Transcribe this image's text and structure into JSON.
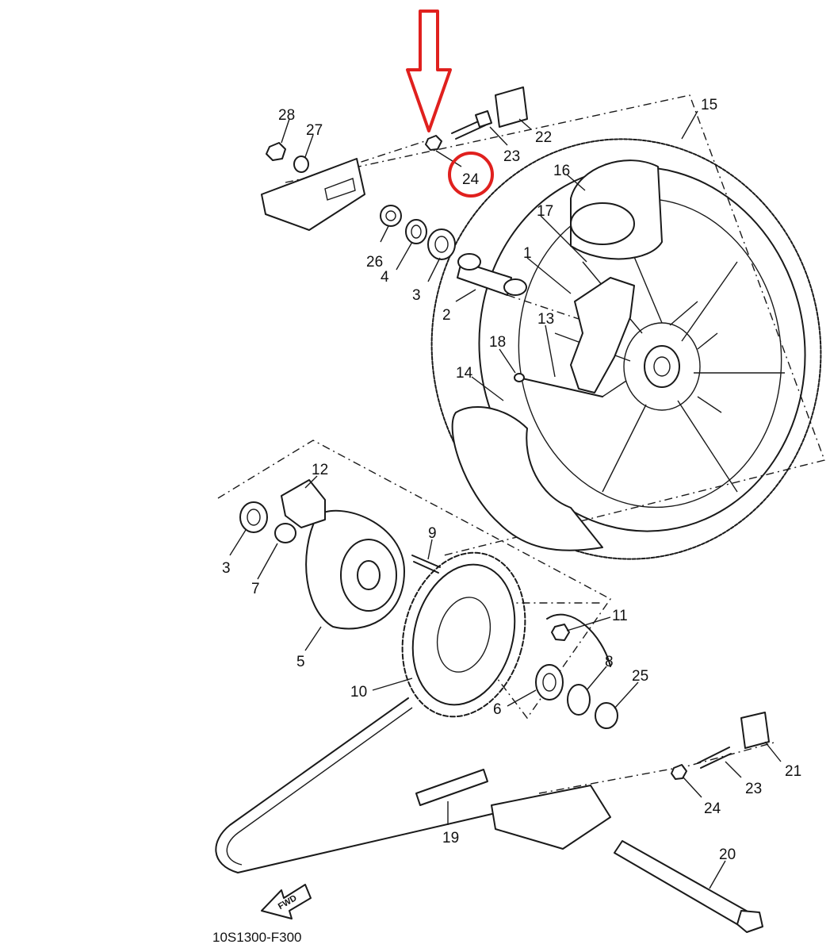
{
  "diagram": {
    "drawing_code": "10S1300-F300",
    "fwd_label": "FWD",
    "highlight_color": "#e0201e",
    "highlighted_part": "24",
    "callouts": [
      {
        "id": "c28",
        "label": "28"
      },
      {
        "id": "c27",
        "label": "27"
      },
      {
        "id": "c24top",
        "label": "24"
      },
      {
        "id": "c23top",
        "label": "23"
      },
      {
        "id": "c22",
        "label": "22"
      },
      {
        "id": "c15",
        "label": "15"
      },
      {
        "id": "c16",
        "label": "16"
      },
      {
        "id": "c17",
        "label": "17"
      },
      {
        "id": "c26",
        "label": "26"
      },
      {
        "id": "c4",
        "label": "4"
      },
      {
        "id": "c3top",
        "label": "3"
      },
      {
        "id": "c1",
        "label": "1"
      },
      {
        "id": "c2",
        "label": "2"
      },
      {
        "id": "c13",
        "label": "13"
      },
      {
        "id": "c18",
        "label": "18"
      },
      {
        "id": "c14",
        "label": "14"
      },
      {
        "id": "c12",
        "label": "12"
      },
      {
        "id": "c3low",
        "label": "3"
      },
      {
        "id": "c7",
        "label": "7"
      },
      {
        "id": "c9",
        "label": "9"
      },
      {
        "id": "c5",
        "label": "5"
      },
      {
        "id": "c11",
        "label": "11"
      },
      {
        "id": "c8",
        "label": "8"
      },
      {
        "id": "c25",
        "label": "25"
      },
      {
        "id": "c10",
        "label": "10"
      },
      {
        "id": "c6",
        "label": "6"
      },
      {
        "id": "c21",
        "label": "21"
      },
      {
        "id": "c23low",
        "label": "23"
      },
      {
        "id": "c24low",
        "label": "24"
      },
      {
        "id": "c19",
        "label": "19"
      },
      {
        "id": "c20",
        "label": "20"
      }
    ]
  }
}
